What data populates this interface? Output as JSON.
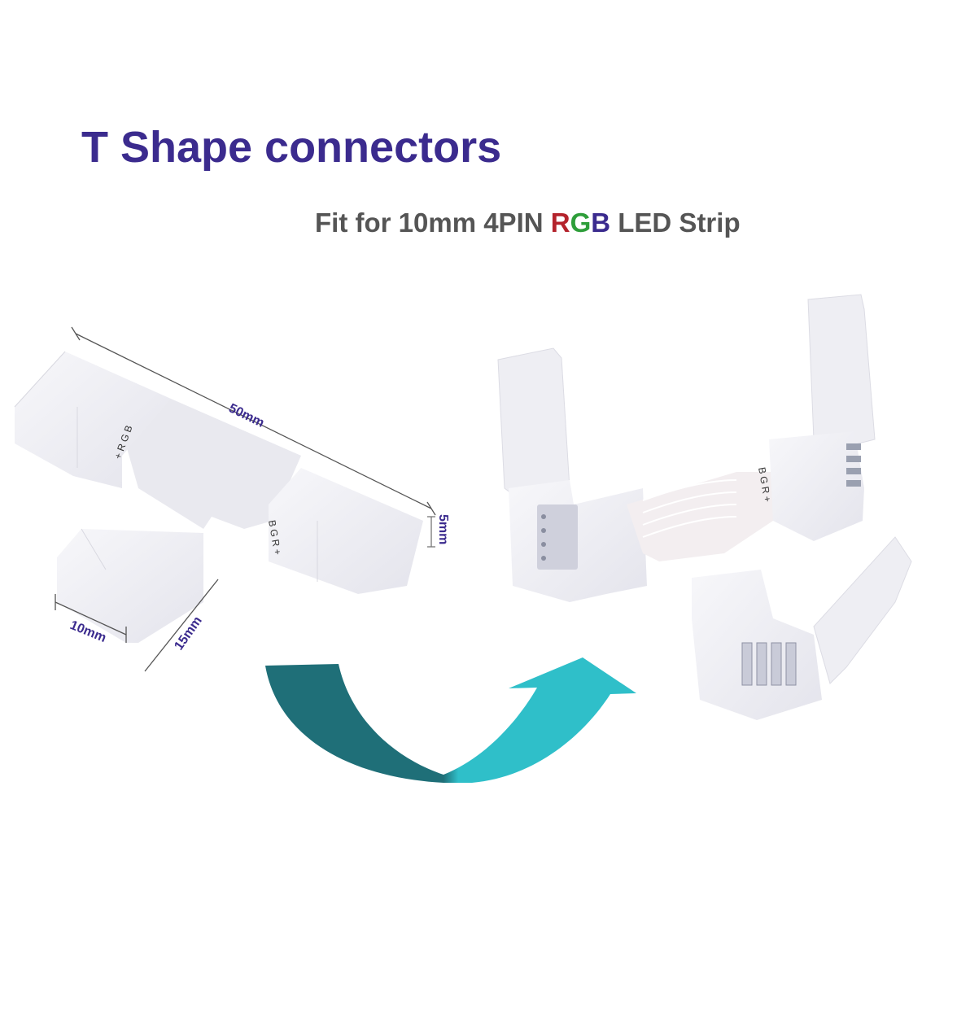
{
  "header": {
    "title": "T Shape connectors",
    "subtitle_prefix": "Fit for 10mm 4PIN ",
    "subtitle_r": "R",
    "subtitle_g": "G",
    "subtitle_b": "B",
    "subtitle_suffix": " LED Strip"
  },
  "colors": {
    "title": "#3b2b8e",
    "subtitle": "#555555",
    "red": "#b4232c",
    "green": "#2e9e3a",
    "blue": "#3b2b8e",
    "arrow_dark": "#1f6f78",
    "arrow_light": "#2fbfc9",
    "connector_body": "#f0f0f4"
  },
  "left_diagram": {
    "dimensions": {
      "length": "50mm",
      "height": "5mm",
      "width": "10mm",
      "depth": "15mm"
    },
    "pin_labels_left": [
      "B",
      "G",
      "R",
      "+"
    ],
    "pin_labels_right": [
      "B",
      "G",
      "R",
      "+"
    ]
  },
  "right_photo": {
    "pin_labels": [
      "B",
      "G",
      "R",
      "+"
    ]
  },
  "arrow": {
    "icon": "curved-arrow-icon"
  }
}
